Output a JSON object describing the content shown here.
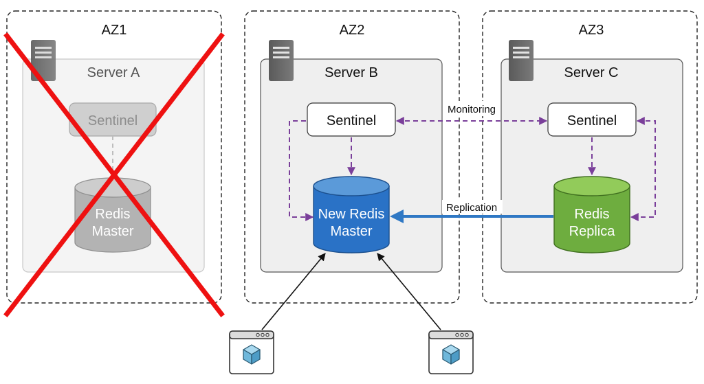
{
  "zones": [
    {
      "label": "AZ1",
      "server": "Server A",
      "sentinel": "Sentinel",
      "db_line1": "Redis",
      "db_line2": "Master",
      "state": "failed"
    },
    {
      "label": "AZ2",
      "server": "Server B",
      "sentinel": "Sentinel",
      "db_line1": "New Redis",
      "db_line2": "Master",
      "state": "active"
    },
    {
      "label": "AZ3",
      "server": "Server C",
      "sentinel": "Sentinel",
      "db_line1": "Redis",
      "db_line2": "Replica",
      "state": "active"
    }
  ],
  "links": {
    "monitoring": "Monitoring",
    "replication": "Replication"
  },
  "colors": {
    "failed_cross": "#ee1111",
    "master_db": "#2a72c6",
    "replica_db": "#6ead3f",
    "failed_db": "#b3b3b3",
    "monitor_arrow": "#7a3f9a",
    "replication_arrow": "#2f78c4",
    "client_arrow": "#111111"
  },
  "icons": [
    "server-rack-icon",
    "client-app-icon",
    "cube-icon"
  ]
}
